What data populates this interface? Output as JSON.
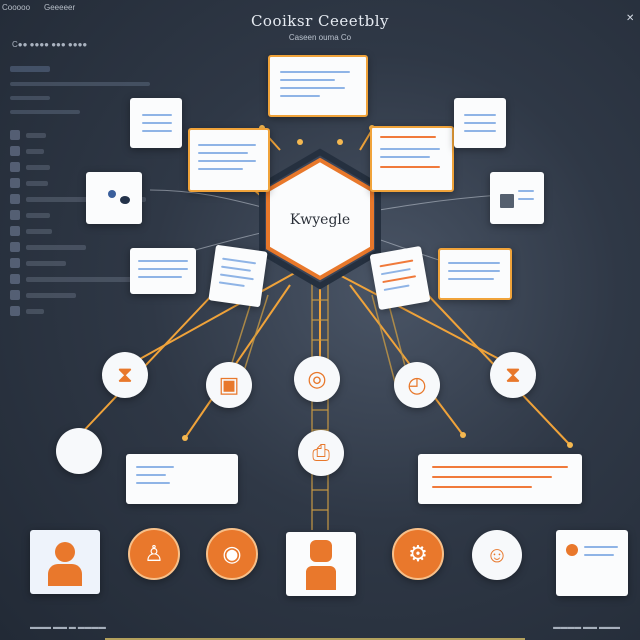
{
  "app": {
    "tabs": [
      "Cooooo",
      "Geeeeer"
    ],
    "title": "Cooiksr Ceeetbly",
    "subtitle": "Caseen ouma Co",
    "breadcrumb": "C●● ●●●● ●●● ●●●●",
    "footer_left": "▬▬▬ ▬▬ ▬ ▬▬▬▬",
    "footer_right": "▬▬▬▬ ▬▬ ▬▬▬"
  },
  "diagram": {
    "center_label": "Kwyegle",
    "colors": {
      "accent": "#f0a33a",
      "orange": "#e9782c",
      "line_blue": "#8fb4e6",
      "background": "#2f3846",
      "card": "#fbfcfd"
    },
    "icons": [
      "hourglass-icon",
      "briefcase-icon",
      "target-icon",
      "document-icon",
      "clock-icon",
      "person-icon",
      "lightbulb-icon",
      "person-card-icon",
      "robot-icon",
      "gear-head-icon",
      "tree-icon"
    ]
  }
}
